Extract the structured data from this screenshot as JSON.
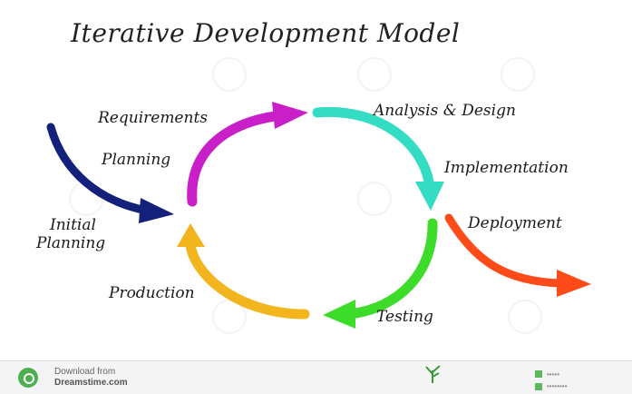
{
  "diagram": {
    "title": "Iterative Development Model",
    "labels": {
      "requirements": "Requirements",
      "planning": "Planning",
      "analysis_design": "Analysis & Design",
      "implementation": "Implementation",
      "initial_planning_line1": "Initial",
      "initial_planning_line2": "Planning",
      "deployment": "Deployment",
      "production": "Production",
      "testing": "Testing"
    },
    "colors": {
      "magenta_arc": "#c81fc8",
      "cyan_arc": "#34dcc4",
      "green_arc": "#3ddc2a",
      "yellow_arc": "#f2b51e",
      "navy_arrow": "#14217a",
      "orange_arrow": "#ff4a1a"
    }
  },
  "footer": {
    "download_from": "Download from",
    "site": "Dreamstime.com"
  }
}
